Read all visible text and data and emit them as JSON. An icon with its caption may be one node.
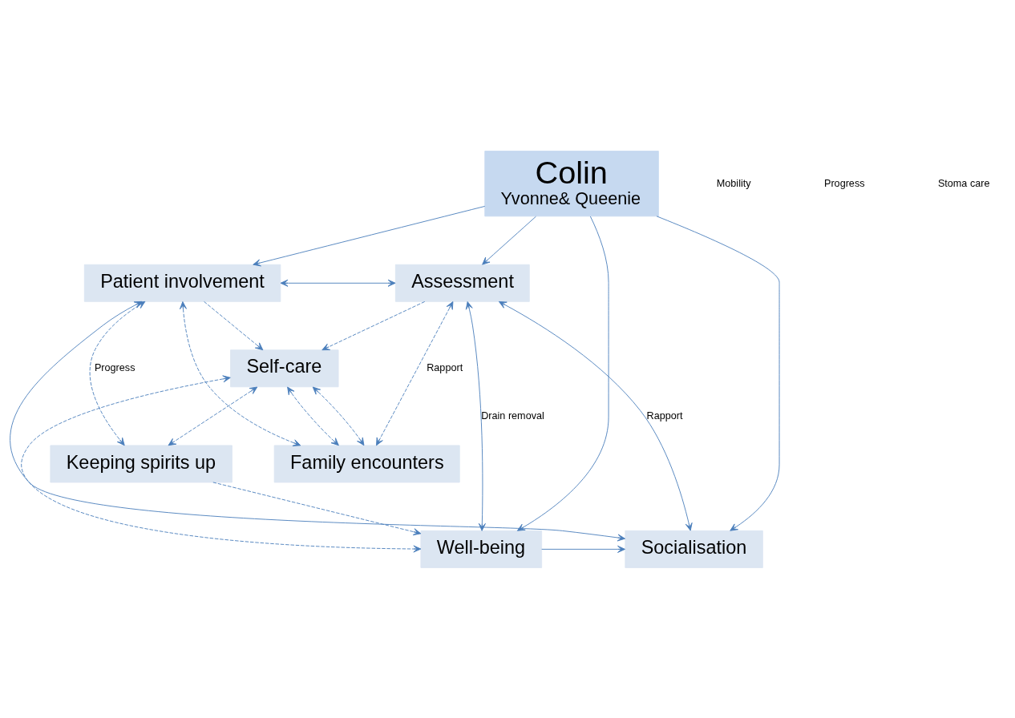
{
  "diagram": {
    "nodes": [
      {
        "text": [
          "Self-care"
        ]
      },
      {
        "text": [
          "Patient involvement"
        ]
      },
      {
        "text": [
          "Assessment"
        ]
      },
      {
        "text": [
          "Colin",
          "Yvonne& Queenie"
        ]
      },
      {
        "text": [
          "Socialisation"
        ]
      },
      {
        "text": [
          "Well-being"
        ]
      },
      {
        "text": [
          "Family encounters"
        ]
      },
      {
        "text": [
          "Keeping spirits up"
        ]
      }
    ],
    "edges": [
      {
        "from": 1,
        "to": 0,
        "arrow": "to",
        "style": "dashed"
      },
      {
        "from": 2,
        "to": 0,
        "arrow": "to",
        "style": "dashed"
      },
      {
        "from": 1,
        "to": 2,
        "arrow": "both"
      },
      {
        "from": 3,
        "to": 1,
        "arrow": "to"
      },
      {
        "from": 3,
        "to": 2,
        "arrow": "to"
      },
      {
        "from": 3,
        "to": 4,
        "arrow": "to"
      },
      {
        "from": 3,
        "to": 5,
        "arrow": "to"
      },
      {
        "from": 1,
        "to": 4,
        "arrow": "both"
      },
      {
        "from": 1,
        "to": 6,
        "arrow": "both",
        "style": "dashed"
      },
      {
        "from": 1,
        "to": 7,
        "arrow": "both",
        "style": "dashed",
        "label": "Progress"
      },
      {
        "from": 0,
        "to": 6,
        "arrow": "both",
        "style": "dashed"
      },
      {
        "from": 0,
        "to": 6,
        "arrow": "both",
        "style": "dashed"
      },
      {
        "from": 0,
        "to": 5,
        "arrow": "both",
        "style": "dashed"
      },
      {
        "from": 0,
        "to": 7,
        "arrow": "both",
        "style": "dashed"
      },
      {
        "from": 2,
        "to": 5,
        "arrow": "both",
        "label": "Drain removal"
      },
      {
        "from": 2,
        "to": 4,
        "arrow": "both",
        "label": "Rapport"
      },
      {
        "from": 2,
        "to": 6,
        "arrow": "both",
        "style": "dashed",
        "label": "Rapport"
      },
      {
        "from": 5,
        "to": 4,
        "arrow": "to"
      },
      {
        "from": 7,
        "to": 5,
        "arrow": "to",
        "style": "dashed"
      }
    ],
    "labels": [
      "Mobility",
      "Progress",
      "Stoma care"
    ]
  }
}
